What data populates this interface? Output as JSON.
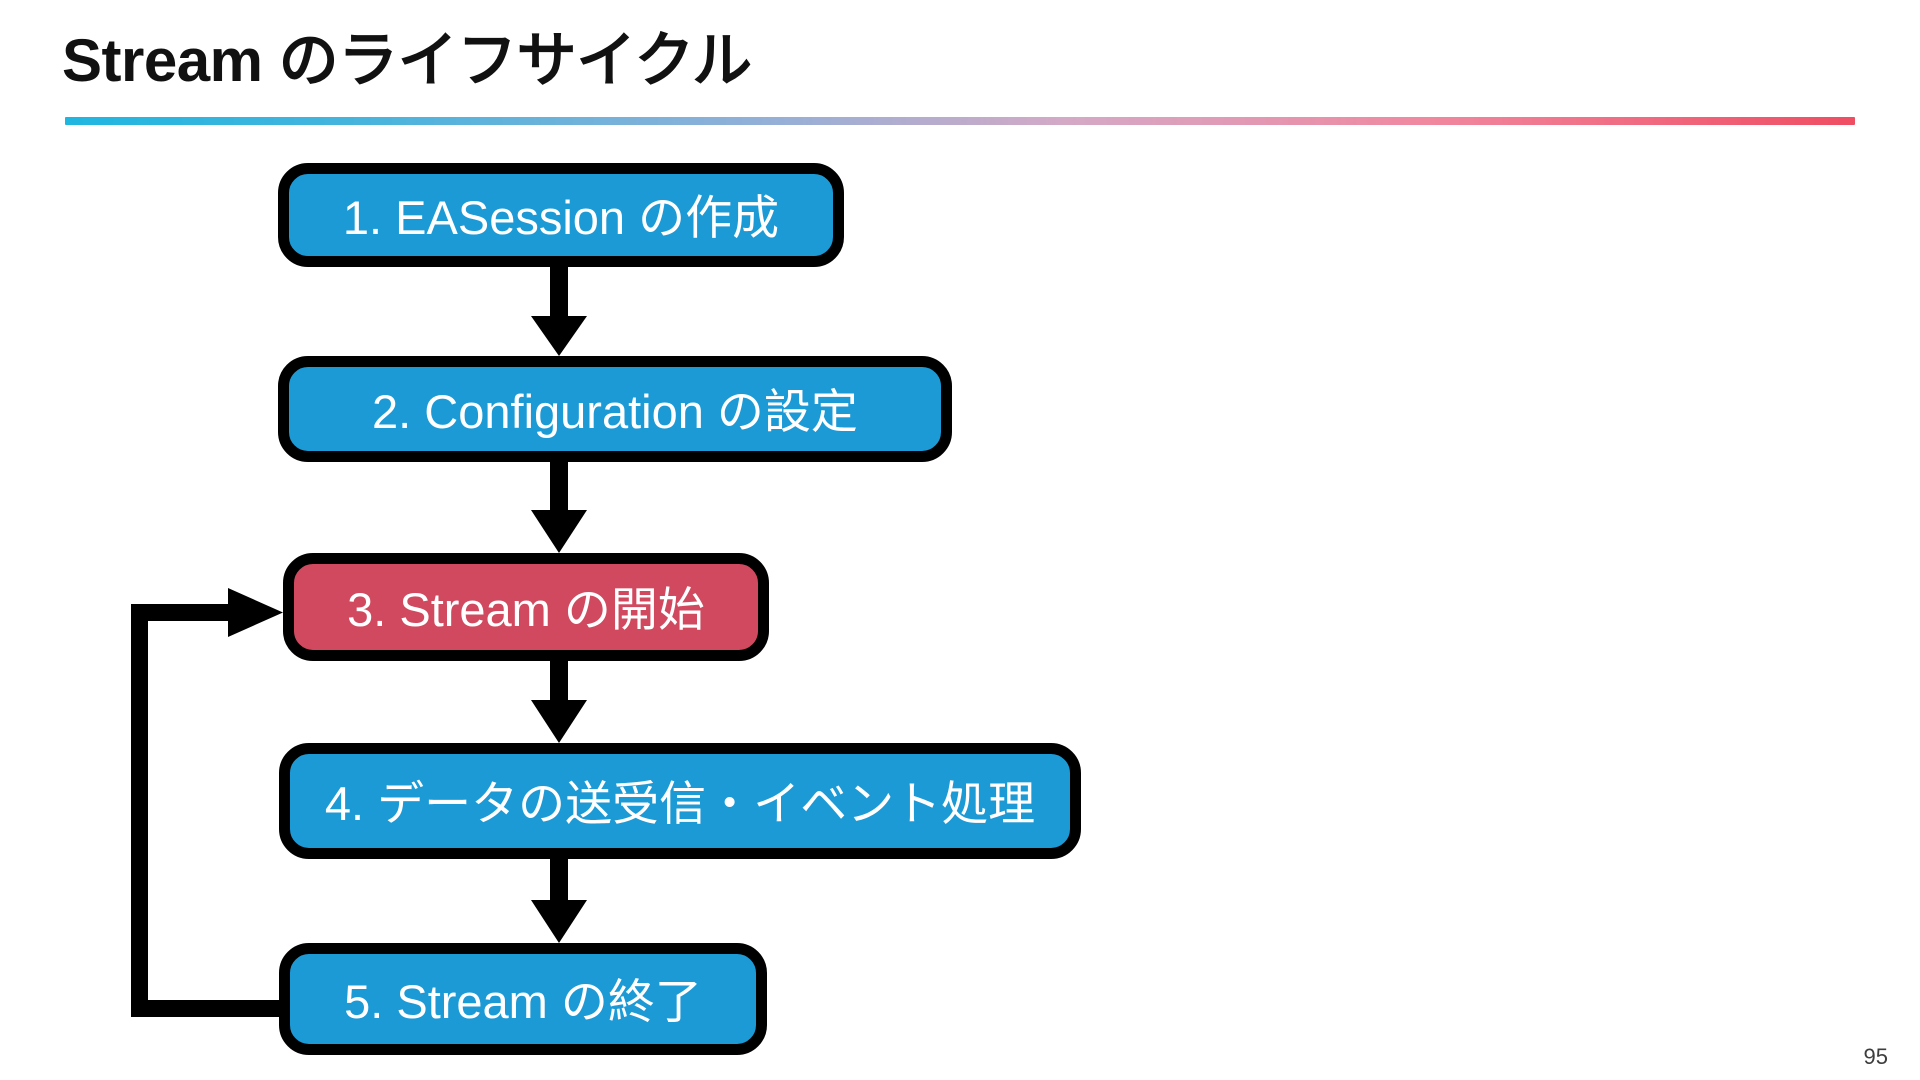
{
  "slide": {
    "title": "Stream のライフサイクル",
    "page_number": "95",
    "accent_left": "#1fb6e0",
    "accent_right": "#ef4d62",
    "box_blue": "#1c9ad6",
    "box_red": "#d0495f",
    "border_color": "#000000",
    "text_color": "#ffffff"
  },
  "flow": {
    "steps": [
      {
        "id": "step-1",
        "label": "1. EASession の作成",
        "color": "blue"
      },
      {
        "id": "step-2",
        "label": "2. Configuration の設定",
        "color": "blue"
      },
      {
        "id": "step-3",
        "label": "3. Stream の開始",
        "color": "red"
      },
      {
        "id": "step-4",
        "label": "4. データの送受信・イベント処理",
        "color": "blue"
      },
      {
        "id": "step-5",
        "label": "5. Stream の終了",
        "color": "blue"
      }
    ],
    "connectors": [
      {
        "name": "arrow-step1-to-step2",
        "type": "down"
      },
      {
        "name": "arrow-step2-to-step3",
        "type": "down"
      },
      {
        "name": "arrow-step3-to-step4",
        "type": "down"
      },
      {
        "name": "arrow-step4-to-step5",
        "type": "down"
      },
      {
        "name": "arrow-step5-to-step3-loopback",
        "type": "loop-left-up"
      }
    ]
  }
}
